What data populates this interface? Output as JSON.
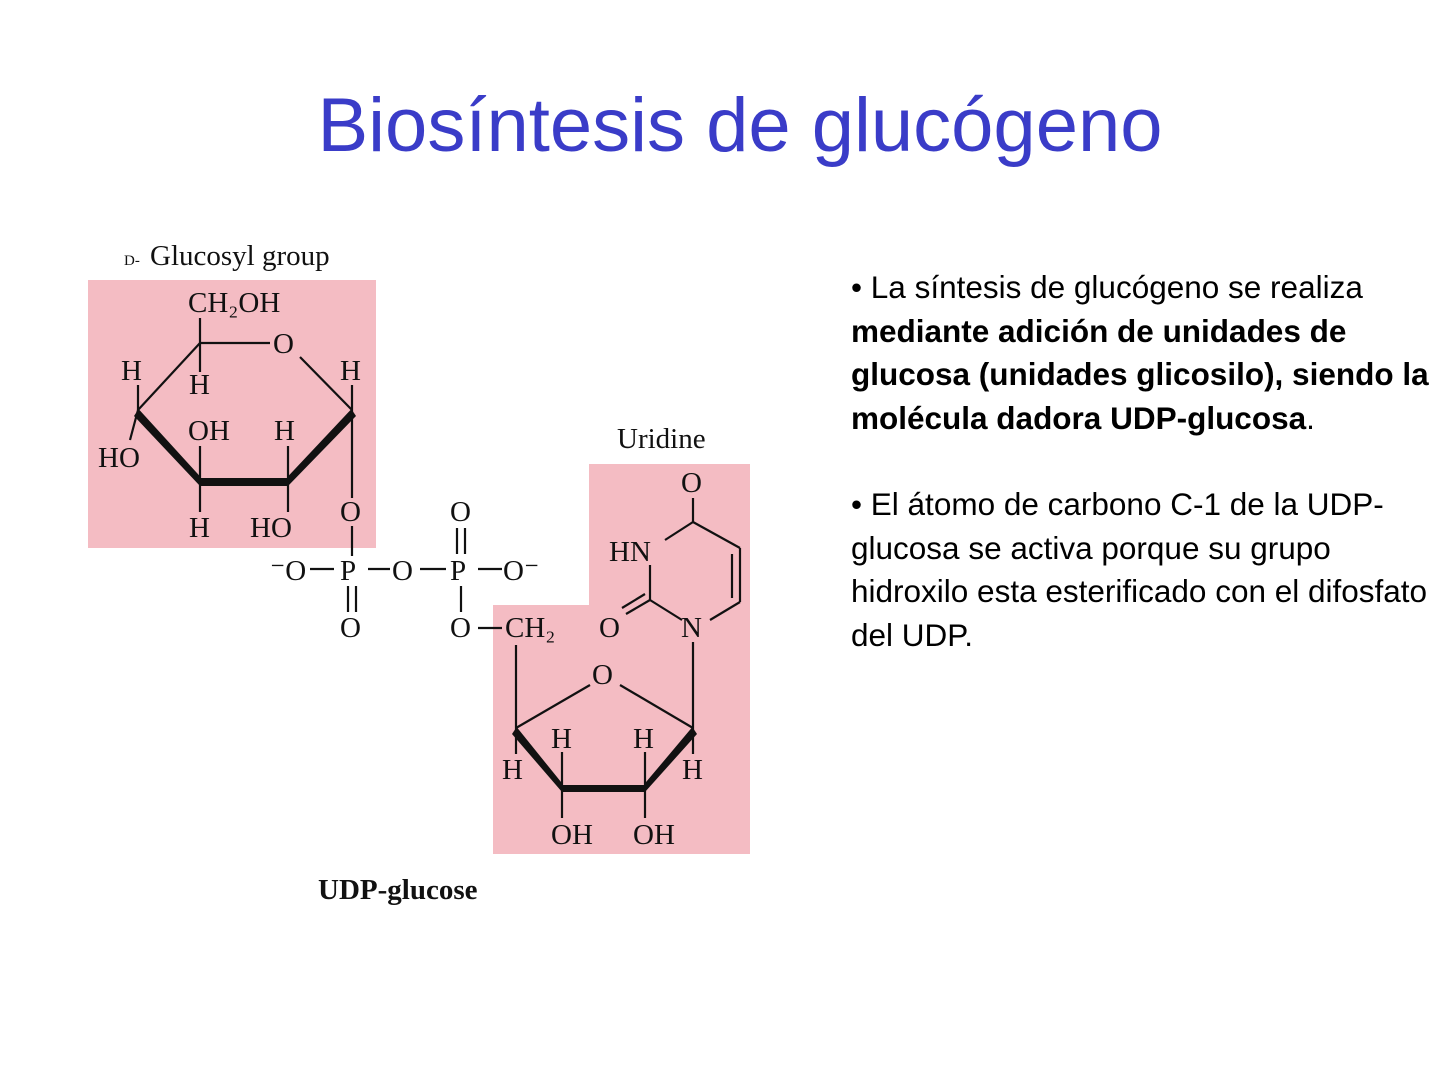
{
  "slide": {
    "title": "Biosíntesis de glucógeno"
  },
  "bullets": [
    {
      "marker": "•",
      "parts": [
        {
          "text": " La síntesis de glucógeno se realiza ",
          "bold": false
        },
        {
          "text": "mediante adición de unidades de glucosa (unidades glicosilo), siendo la molécula dadora UDP-glucosa",
          "bold": true
        },
        {
          "text": ".",
          "bold": false
        }
      ]
    },
    {
      "marker": "•",
      "parts": [
        {
          "text": " El átomo de carbono C-1 de la UDP-glucosa se activa porque su grupo hidroxilo esta esterificado con el difosfato del UDP",
          "bold": false
        },
        {
          "text": ".",
          "bold": false
        }
      ]
    }
  ],
  "figure": {
    "glucosyl_prefix": "D-",
    "glucosyl_label": "Glucosyl group",
    "uridine_label": "Uridine",
    "caption": "UDP-glucose",
    "highlight_color": "#f4bcc3",
    "atoms": {
      "ch2oh": "CH₂OH",
      "o": "O",
      "h": "H",
      "oh": "OH",
      "ho": "HO",
      "p": "P",
      "hn": "HN",
      "n": "N",
      "ch2": "CH₂",
      "neg_o": "⁻O",
      "o_neg": "O⁻"
    }
  },
  "colors": {
    "title": "#3a3cc8",
    "text": "#000000"
  }
}
